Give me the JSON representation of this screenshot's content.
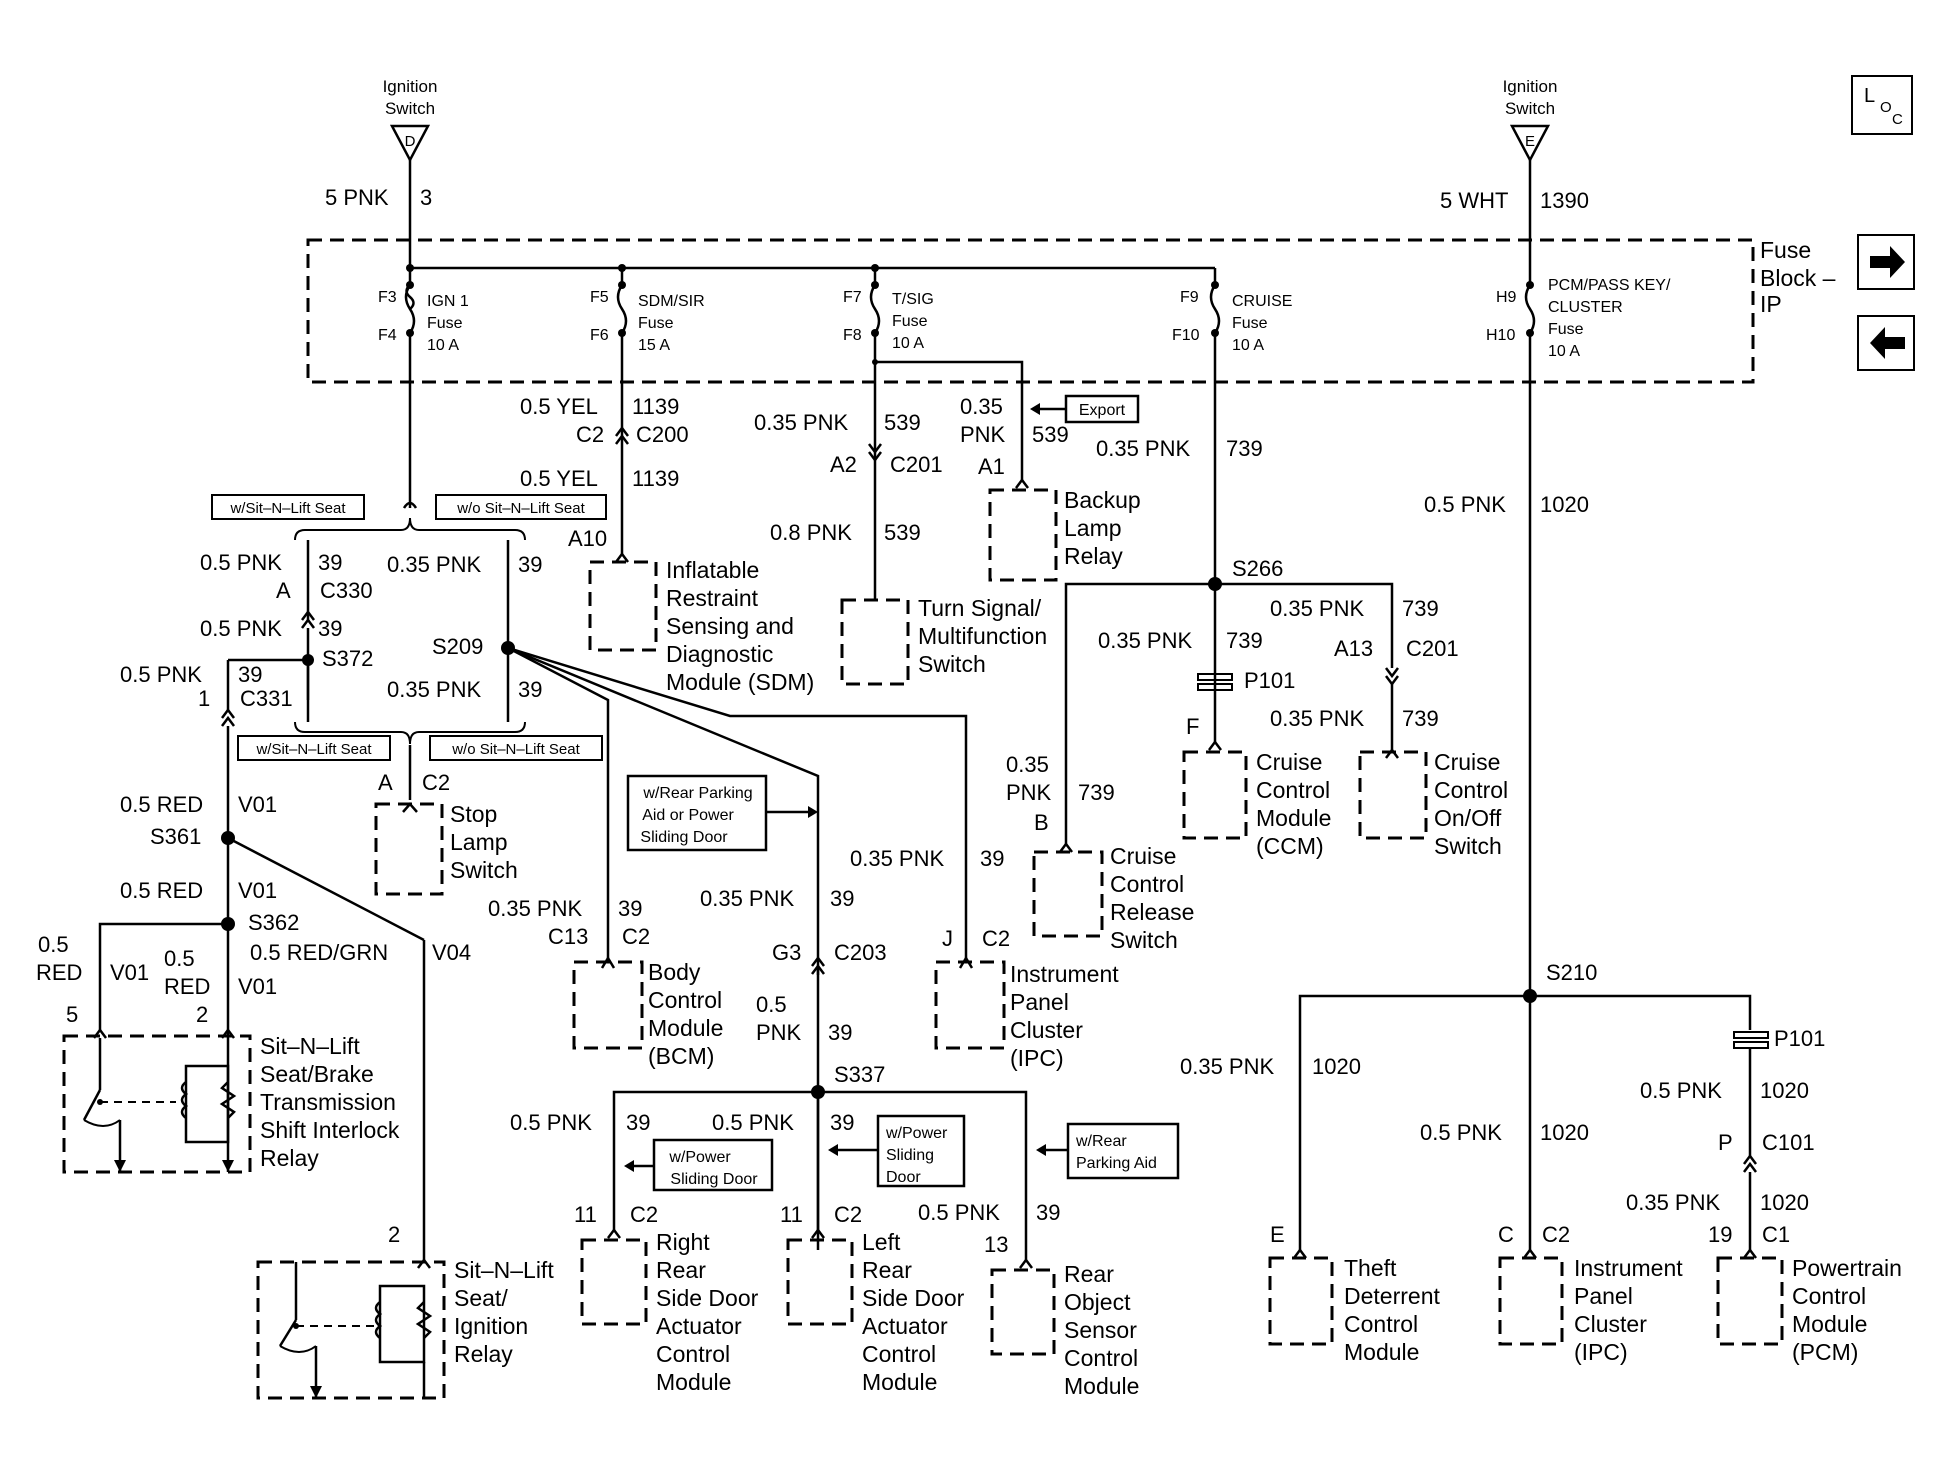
{
  "ignition_switch_d": {
    "label1": "Ignition",
    "label2": "Switch",
    "terminal": "D",
    "gauge": "5 PNK",
    "circuit": "3"
  },
  "ignition_switch_e": {
    "label1": "Ignition",
    "label2": "Switch",
    "terminal": "E",
    "gauge": "5 WHT",
    "circuit": "1390"
  },
  "loc_icon": {
    "big": "L",
    "small1": "O",
    "small2": "C"
  },
  "fuse_block": {
    "line1": "Fuse",
    "line2": "Block –",
    "line3": "IP"
  },
  "nav": {
    "next": "next-page-arrow",
    "prev": "prev-page-arrow"
  },
  "fuses": {
    "ign1": {
      "in": "F3",
      "out": "F4",
      "name": "IGN 1",
      "type": "Fuse",
      "rating": "10 A"
    },
    "sdm": {
      "in": "F5",
      "out": "F6",
      "name": "SDM/SIR",
      "type": "Fuse",
      "rating": "15 A"
    },
    "tsig": {
      "in": "F7",
      "out": "F8",
      "name": "T/SIG",
      "type": "Fuse",
      "rating": "10 A"
    },
    "cruise": {
      "in": "F9",
      "out": "F10",
      "name": "CRUISE",
      "type": "Fuse",
      "rating": "10 A"
    },
    "pcm": {
      "in": "H9",
      "out": "H10",
      "name1": "PCM/PASS KEY/",
      "name2": "CLUSTER",
      "type": "Fuse",
      "rating": "10 A"
    }
  },
  "wires": {
    "yel1139a": {
      "g": "0.5 YEL",
      "c": "1139"
    },
    "c2c200": {
      "l": "C2",
      "r": "C200"
    },
    "yel1139b": {
      "g": "0.5 YEL",
      "c": "1139"
    },
    "a10": "A10",
    "pnk539a": {
      "g": "0.35 PNK",
      "c": "539"
    },
    "a2c201": {
      "l": "A2",
      "r": "C201"
    },
    "pnk539b": {
      "g": "0.8 PNK",
      "c": "539"
    },
    "pnk539c": {
      "g1": "0.35",
      "g2": "PNK",
      "c": "539"
    },
    "a1": "A1",
    "export": "Export",
    "pnk739a": {
      "g": "0.35 PNK",
      "c": "739"
    },
    "s266": "S266",
    "pnk739b": {
      "g": "0.35 PNK",
      "c": "739"
    },
    "pnk739c": {
      "g": "0.35 PNK",
      "c": "739"
    },
    "a13c201": {
      "l": "A13",
      "r": "C201"
    },
    "p101a": "P101",
    "f": "F",
    "pnk739d": {
      "g": "0.35 PNK",
      "c": "739"
    },
    "pnk739e": {
      "g1": "0.35",
      "g2": "PNK",
      "c": "739"
    },
    "b": "B",
    "pnk1020a": {
      "g": "0.5 PNK",
      "c": "1020"
    },
    "s210": "S210",
    "p101b": "P101",
    "pnk1020b": {
      "g": "0.35 PNK",
      "c": "1020"
    },
    "pnk1020c": {
      "g": "0.5 PNK",
      "c": "1020"
    },
    "pnk1020d": {
      "g": "0.5 PNK",
      "c": "1020"
    },
    "pc101": {
      "l": "P",
      "r": "C101"
    },
    "pnk1020e": {
      "g": "0.35 PNK",
      "c": "1020"
    },
    "e": "E",
    "cc2b": {
      "l": "C",
      "r": "C2"
    },
    "c1": {
      "l": "19",
      "r": "C1"
    },
    "opt1": "w/Sit–N–Lift Seat",
    "opt2": "w/o Sit–N–Lift Seat",
    "opt3": "w/Sit–N–Lift Seat",
    "opt4": "w/o Sit–N–Lift Seat",
    "pnk39a": {
      "g": "0.5 PNK",
      "c": "39"
    },
    "ac330": {
      "l": "A",
      "r": "C330"
    },
    "pnk39b": {
      "g": "0.5 PNK",
      "c": "39"
    },
    "s372": "S372",
    "pnk39c": {
      "g": "0.35 PNK",
      "c": "39"
    },
    "s209": "S209",
    "pnk39d": {
      "g": "0.35 PNK",
      "c": "39"
    },
    "pnk39e": {
      "g": "0.5 PNK",
      "c": "39"
    },
    "c331": {
      "n": "1",
      "c": "C331"
    },
    "ac2": {
      "l": "A",
      "r": "C2"
    },
    "redv01a": {
      "g": "0.5 RED",
      "c": "V01"
    },
    "s361": "S361",
    "redv01b": {
      "g": "0.5 RED",
      "c": "V01"
    },
    "s362": "S362",
    "red05a": {
      "g1": "0.5",
      "g2": "RED",
      "c": "V01"
    },
    "red05b": {
      "g1": "0.5",
      "g2": "RED",
      "c": "V01"
    },
    "redgrn": {
      "g": "0.5 RED/GRN",
      "c": "V04"
    },
    "pin5": "5",
    "pin2a": "2",
    "pin2b": "2",
    "rearpark": {
      "l1": "w/Rear Parking",
      "l2": "Aid or Power",
      "l3": "Sliding Door"
    },
    "pnk39f": {
      "g": "0.35 PNK",
      "c": "39"
    },
    "c13c2": {
      "l": "C13",
      "r": "C2"
    },
    "pnk39g": {
      "g": "0.35 PNK",
      "c": "39"
    },
    "pnk39h": {
      "g": "0.35 PNK",
      "c": "39"
    },
    "jc2": {
      "l": "J",
      "r": "C2"
    },
    "g3c203": {
      "l": "G3",
      "r": "C203"
    },
    "pnk39i": {
      "g1": "0.5",
      "g2": "PNK",
      "c": "39"
    },
    "s337": "S337",
    "pnk39j": {
      "g": "0.5 PNK",
      "c": "39"
    },
    "pnk39k": {
      "g": "0.5 PNK",
      "c": "39"
    },
    "pnk39l": {
      "g": "0.5 PNK",
      "c": "39"
    },
    "wps1": {
      "l1": "w/Power",
      "l2": "Sliding Door"
    },
    "wps2": {
      "l1": "w/Power",
      "l2": "Sliding",
      "l3": "Door"
    },
    "wrpa": {
      "l1": "w/Rear",
      "l2": "Parking Aid"
    },
    "c11a": {
      "l": "11",
      "r": "C2"
    },
    "c11b": {
      "l": "11",
      "r": "C2"
    },
    "c13": "13"
  },
  "components": {
    "sdm": [
      "Inflatable",
      "Restraint",
      "Sensing and",
      "Diagnostic",
      "Module (SDM)"
    ],
    "turn": [
      "Turn Signal/",
      "Multifunction",
      "Switch"
    ],
    "backup": [
      "Backup",
      "Lamp",
      "Relay"
    ],
    "ccm": [
      "Cruise",
      "Control",
      "Module",
      "(CCM)"
    ],
    "ccsw": [
      "Cruise",
      "Control",
      "On/Off",
      "Switch"
    ],
    "ccrel": [
      "Cruise",
      "Control",
      "Release",
      "Switch"
    ],
    "stop": [
      "Stop",
      "Lamp",
      "Switch"
    ],
    "bcm": [
      "Body",
      "Control",
      "Module",
      "(BCM)"
    ],
    "ipc": [
      "Instrument",
      "Panel",
      "Cluster",
      "(IPC)"
    ],
    "ipc2": [
      "Instrument",
      "Panel",
      "Cluster",
      "(IPC)"
    ],
    "theft": [
      "Theft",
      "Deterrent",
      "Control",
      "Module"
    ],
    "pcm": [
      "Powertrain",
      "Control",
      "Module",
      "(PCM)"
    ],
    "relay1": [
      "Sit–N–Lift",
      "Seat/Brake",
      "Transmission",
      "Shift Interlock",
      "Relay"
    ],
    "relay2": [
      "Sit–N–Lift",
      "Seat/",
      "Ignition",
      "Relay"
    ],
    "rrsd": [
      "Right",
      "Rear",
      "Side Door",
      "Actuator",
      "Control",
      "Module"
    ],
    "lrsd": [
      "Left",
      "Rear",
      "Side Door",
      "Actuator",
      "Control",
      "Module"
    ],
    "ros": [
      "Rear",
      "Object",
      "Sensor",
      "Control",
      "Module"
    ]
  }
}
